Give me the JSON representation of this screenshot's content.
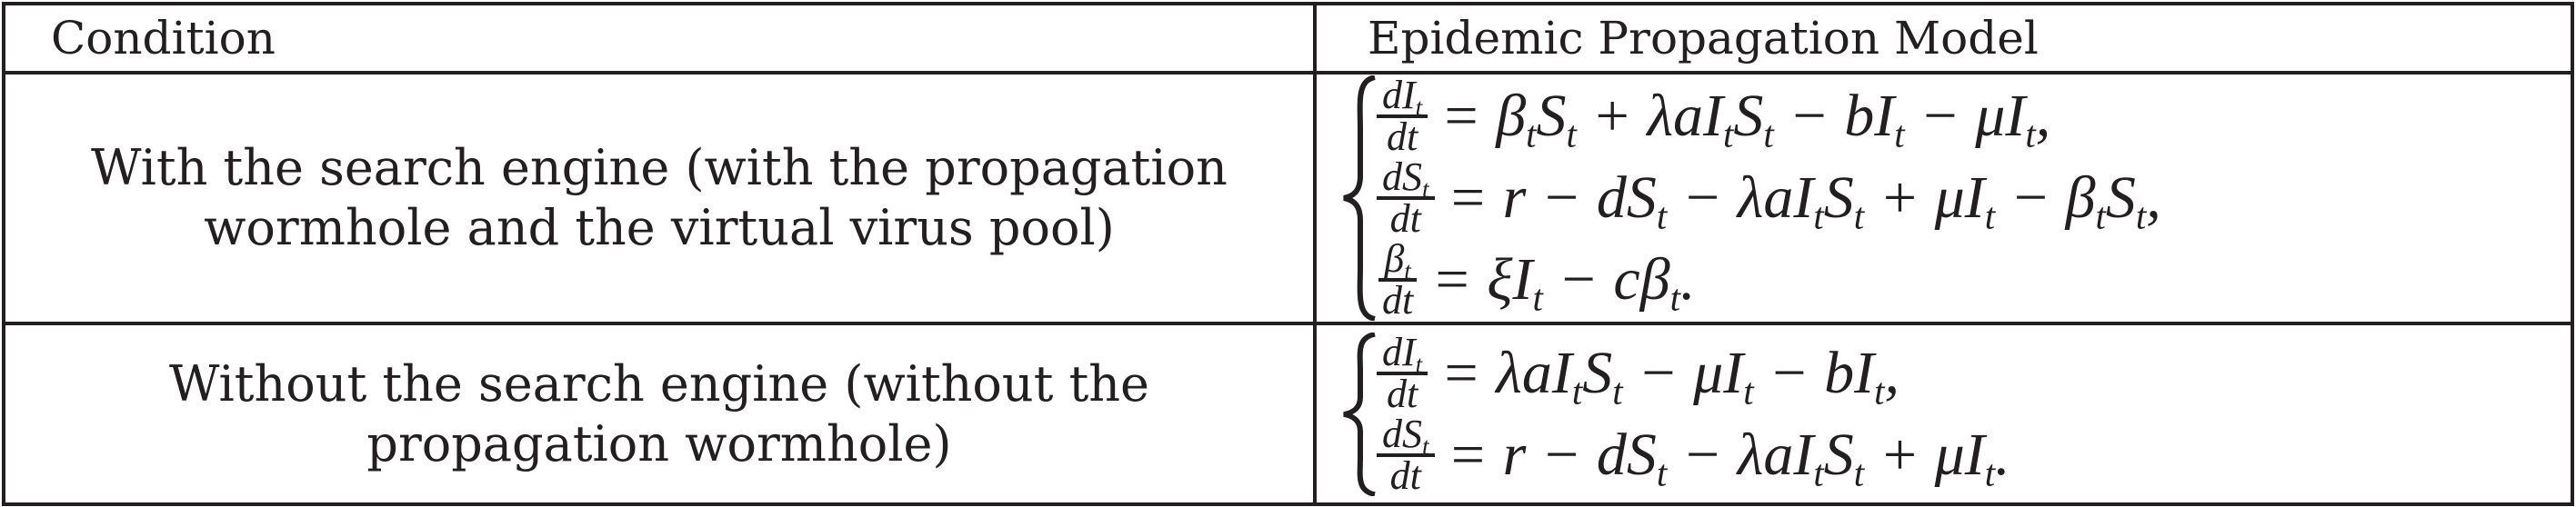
{
  "table": {
    "headers": [
      "Condition",
      "Epidemic Propagation Model"
    ],
    "rows": [
      {
        "condition_lines": [
          "With the search engine (with the propagation",
          "wormhole and the virtual virus pool)"
        ],
        "equations": [
          {
            "num": "dI_t",
            "den": "dt",
            "rhs": "= β_tS_t + λaI_tS_t − bI_t − μI_t,"
          },
          {
            "num": "dS_t",
            "den": "dt",
            "rhs": "= r − dS_t − λaI_tS_t + μI_t − β_tS_t,"
          },
          {
            "num": "β_t",
            "den": "dt",
            "rhs": "= ξI_t − cβ_t."
          }
        ]
      },
      {
        "condition_lines": [
          "Without the search engine (without the",
          "propagation wormhole)"
        ],
        "equations": [
          {
            "num": "dI_t",
            "den": "dt",
            "rhs": "= λaI_tS_t − μI_t − bI_t,"
          },
          {
            "num": "dS_t",
            "den": "dt",
            "rhs": "= r − dS_t − λaI_tS_t + μI_t."
          }
        ]
      }
    ]
  }
}
